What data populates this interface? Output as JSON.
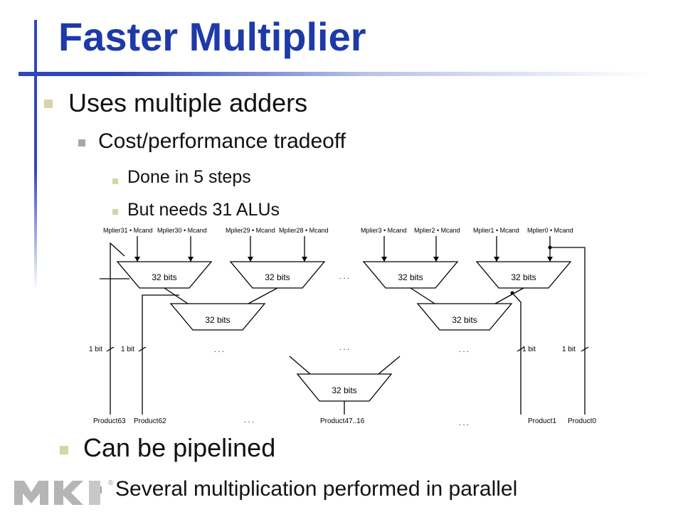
{
  "slide": {
    "title": "Faster Multiplier",
    "bullets": [
      {
        "text": "Uses multiple adders"
      },
      {
        "text": "Cost/performance tradeoff"
      },
      {
        "text": "Done in 5 steps"
      },
      {
        "text": "But needs 31 ALUs"
      },
      {
        "text": "Can be pipelined"
      },
      {
        "text": "Several multiplication performed in parallel"
      }
    ],
    "logo_mark": "®"
  },
  "diagram": {
    "inputs": [
      "Mplier31 • Mcand",
      "Mplier30 • Mcand",
      "Mplier29 • Mcand",
      "Mplier28 • Mcand",
      "Mplier3 • Mcand",
      "Mplier2 • Mcand",
      "Mplier1 • Mcand",
      "Mplier0 • Mcand"
    ],
    "adder_label": "32 bits",
    "ellipsis": ". . .",
    "bit_labels": [
      "1 bit",
      "1 bit",
      "1 bit",
      "1 bit"
    ],
    "outputs": [
      "Product63",
      "Product62",
      "Product47..16",
      "Product1",
      "Product0"
    ]
  }
}
